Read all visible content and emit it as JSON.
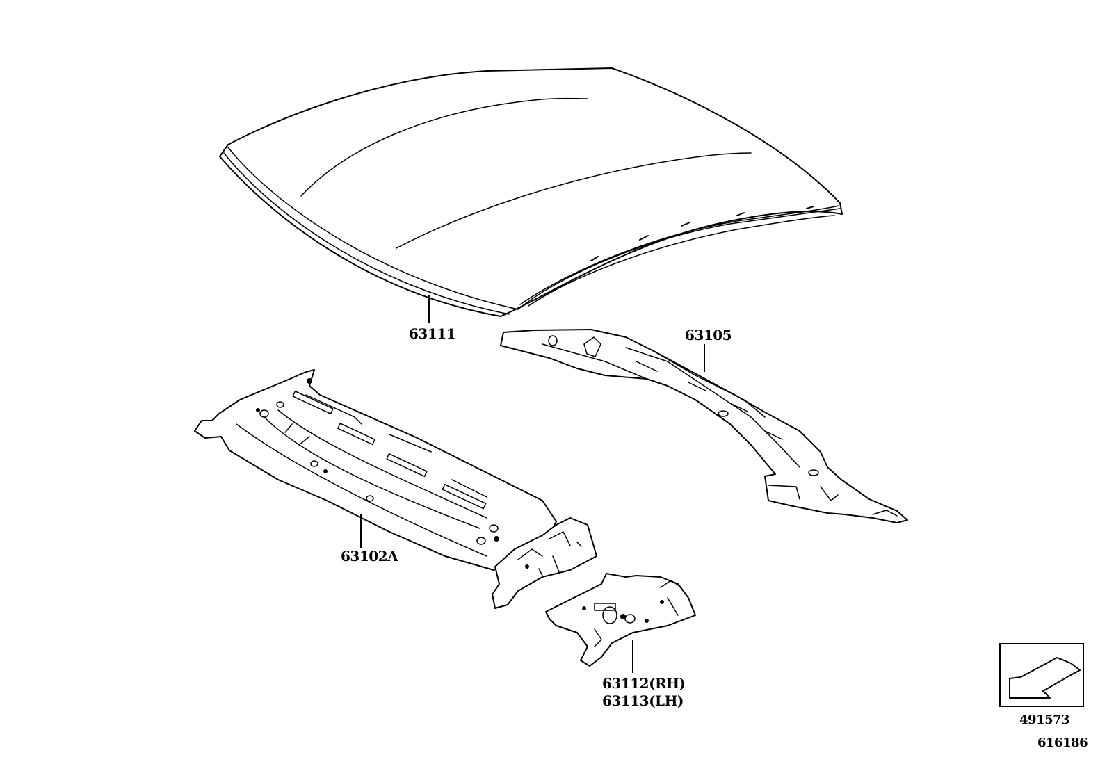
{
  "diagram": {
    "type": "exploded-parts-diagram",
    "subject": "roof panel and back window frame / roof bows",
    "parts": [
      {
        "id": "roof_panel",
        "number": "63111"
      },
      {
        "id": "roof_side_rail",
        "number": "63105"
      },
      {
        "id": "rear_roof_panel",
        "number": "63102A"
      },
      {
        "id": "rear_bracket_rh",
        "number": "63112(RH)"
      },
      {
        "id": "rear_bracket_lh",
        "number": "63113(LH)"
      }
    ],
    "reference": {
      "icon": "direction-arrow-icon",
      "code": "491573"
    },
    "figure_id": "616186"
  }
}
